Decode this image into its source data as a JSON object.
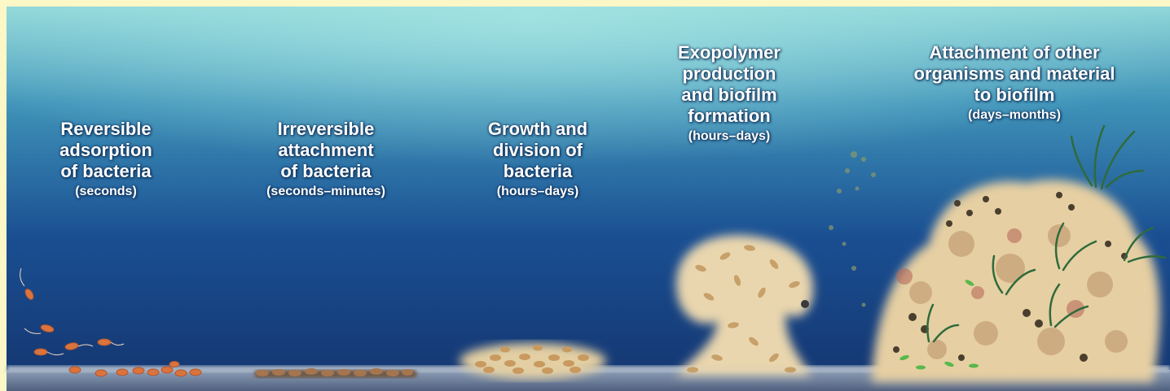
{
  "stages": [
    {
      "title_lines": [
        "Reversible",
        "adsorption",
        "of bacteria"
      ],
      "duration": "(seconds)"
    },
    {
      "title_lines": [
        "Irreversible",
        "attachment",
        "of bacteria"
      ],
      "duration": "(seconds–minutes)"
    },
    {
      "title_lines": [
        "Growth and",
        "division of",
        "bacteria"
      ],
      "duration": "(hours–days)"
    },
    {
      "title_lines": [
        "Exopolymer",
        "production",
        "and biofilm",
        "formation"
      ],
      "duration": "(hours–days)"
    },
    {
      "title_lines": [
        "Attachment of other",
        "organisms and material",
        "to biofilm"
      ],
      "duration": "(days–months)"
    }
  ],
  "colors": {
    "frame": "#fbf7c6",
    "water_top": "#7ed0d6",
    "water_bottom": "#0f2f6e",
    "bacteria": "#d9743f",
    "biofilm": "#e8d2a8",
    "algae": "#2f6b3c"
  }
}
